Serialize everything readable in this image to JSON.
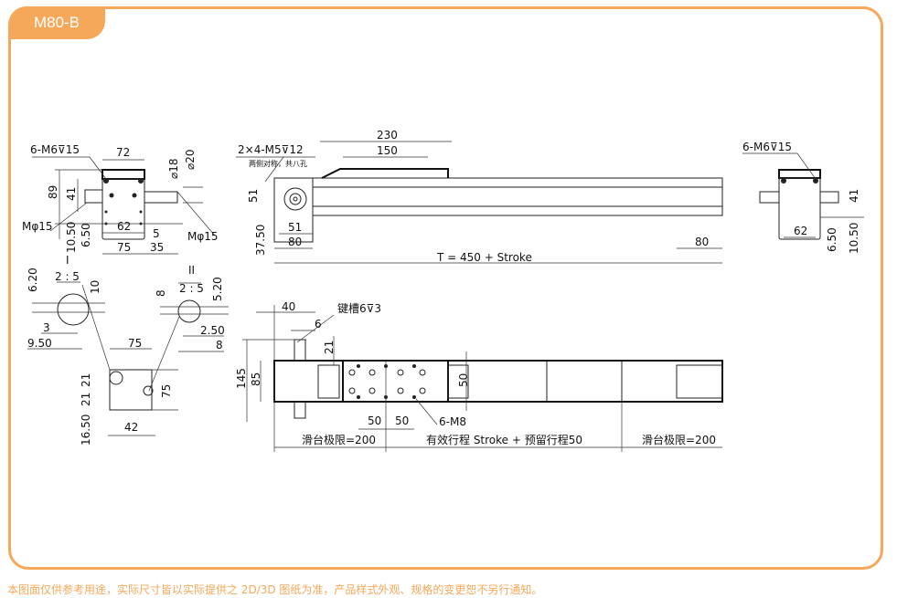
{
  "title": "M80-B",
  "footer": "本图面仅供参考用途，实际尺寸皆以实际提供之 2D/3D 图纸为准，产品样式外观、规格的变更恕不另行通知。",
  "colors": {
    "accent": "#f6a85a",
    "line": "#222222"
  },
  "left_view": {
    "tap_label": "6-M6⊽15",
    "w72": "72",
    "d18": "⌀18",
    "d20": "⌀20",
    "h89": "89",
    "h41": "41",
    "m_left": "Mφ15",
    "m_right": "Mφ15",
    "h10_50": "10.50",
    "h6_50": "6.50",
    "w62": "62",
    "w5": "5",
    "w75": "75",
    "w35": "35"
  },
  "detail_views": {
    "d1_label": "I",
    "d1_scale": "2 : 5",
    "d1_6_20": "6.20",
    "d1_10": "10",
    "d1_3": "3",
    "d1_9_50": "9.50",
    "d2_label": "II",
    "d2_scale": "2 : 5",
    "d2_8": "8",
    "d2_5_20": "5.20",
    "d2_2_50": "2.50",
    "d2_8b": "8",
    "p_75w": "75",
    "p_21a": "21",
    "p_21b": "21",
    "p_75h": "75",
    "p_16_50": "16.50",
    "p_42": "42"
  },
  "front_view": {
    "tap_label": "2×4-M5⊽12",
    "tap_note": "两侧对称，共八孔",
    "w230": "230",
    "w150": "150",
    "h51": "51",
    "h37_50": "37.50",
    "w51": "51",
    "w80": "80",
    "total": "T = 450 + Stroke",
    "w80_right": "80"
  },
  "right_view": {
    "tap_label": "6-M6⊽15",
    "h41": "41",
    "w62": "62",
    "h6_50": "6.50",
    "h10_50": "10.50"
  },
  "top_view": {
    "w40": "40",
    "keyway": "键槽6⊽3",
    "w6": "6",
    "h21": "21",
    "h145": "145",
    "h85": "85",
    "h50": "50",
    "w50a": "50",
    "w50b": "50",
    "holes": "6-M8",
    "limit_left": "滑台极限=200",
    "stroke": "有效行程 Stroke + 预留行程50",
    "limit_right": "滑台极限=200"
  }
}
